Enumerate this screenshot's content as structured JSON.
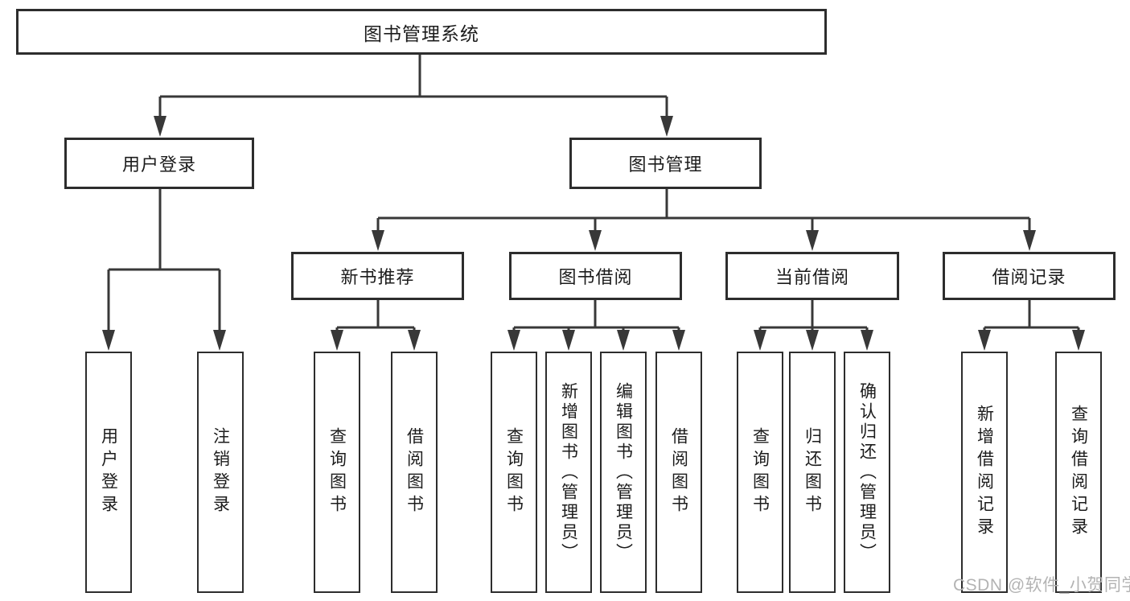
{
  "diagram_type": "tree",
  "tree": {
    "label": "图书管理系统",
    "children": [
      {
        "label": "用户登录",
        "children": [
          {
            "label": "用户登录"
          },
          {
            "label": "注销登录"
          }
        ]
      },
      {
        "label": "图书管理",
        "children": [
          {
            "label": "新书推荐",
            "children": [
              {
                "label": "查询图书"
              },
              {
                "label": "借阅图书"
              }
            ]
          },
          {
            "label": "图书借阅",
            "children": [
              {
                "label": "查询图书"
              },
              {
                "label": "新增图书（管理员）"
              },
              {
                "label": "编辑图书（管理员）"
              },
              {
                "label": "借阅图书"
              }
            ]
          },
          {
            "label": "当前借阅",
            "children": [
              {
                "label": "查询图书"
              },
              {
                "label": "归还图书"
              },
              {
                "label": "确认归还（管理员）"
              }
            ]
          },
          {
            "label": "借阅记录",
            "children": [
              {
                "label": "新增借阅记录"
              },
              {
                "label": "查询借阅记录"
              }
            ]
          }
        ]
      }
    ]
  },
  "watermark": "CSDN @软件_小贺同学",
  "colors": {
    "background": "#ffffff",
    "box_border": "#2d2d2d",
    "connector_line": "#383838",
    "text": "#1c1c1c",
    "watermark": "#b3b3b3"
  }
}
